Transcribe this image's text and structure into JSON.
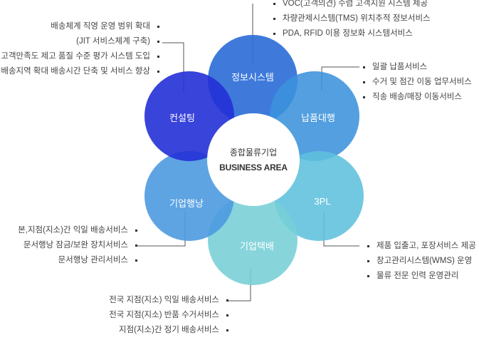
{
  "center": {
    "title": "종합물류기업",
    "subtitle": "BUSINESS AREA"
  },
  "petals": {
    "info": "정보시스템",
    "delivery": "납품대행",
    "tpl": "3PL",
    "courier": "기업택배",
    "moving": "기업행낭",
    "consulting": "컨설팅"
  },
  "lists": {
    "info": [
      "VOC(고객의견) 수렴 고객지원 시스템 제공",
      "차량관제시스템(TMS) 위치추적 정보서비스",
      "PDA, RFID 이용 정보화 시스템서비스"
    ],
    "delivery": [
      "일괄 납품서비스",
      "수거 및 점간 이동 업무서비스",
      "직송 배송/매장 이동서비스"
    ],
    "tpl": [
      "제품 입출고, 포장서비스 제공",
      "창고관리시스템(WMS) 운영",
      "물류 전문 인력 운영관리"
    ],
    "courier": [
      "전국 지점(지소) 익일 배송서비스",
      "전국 지점(지소) 반품 수거서비스",
      "지점(지소)간 정기 배송서비스"
    ],
    "moving": [
      "본,지점(지소)간 익일 배송서비스",
      "문서행낭 잠금/보완 장치서비스",
      "문서행낭 관리서비스"
    ],
    "consulting": [
      "배송체계 직영 운영 범위 확대",
      "(JIT 서비스체계 구축)",
      "고객만족도 제고 품질 수준 평가 시스템 도입",
      "배송지역 확대 배송시간 단축 및 서비스 향상"
    ]
  },
  "colors": {
    "info": "#2f6fd8",
    "delivery": "#3b92dc",
    "tpl": "#5ec0dd",
    "courier": "#76cfd6",
    "moving": "#4c9ae0",
    "consulting": "#2330d6",
    "center": "#ffffff",
    "line": "#555555"
  }
}
